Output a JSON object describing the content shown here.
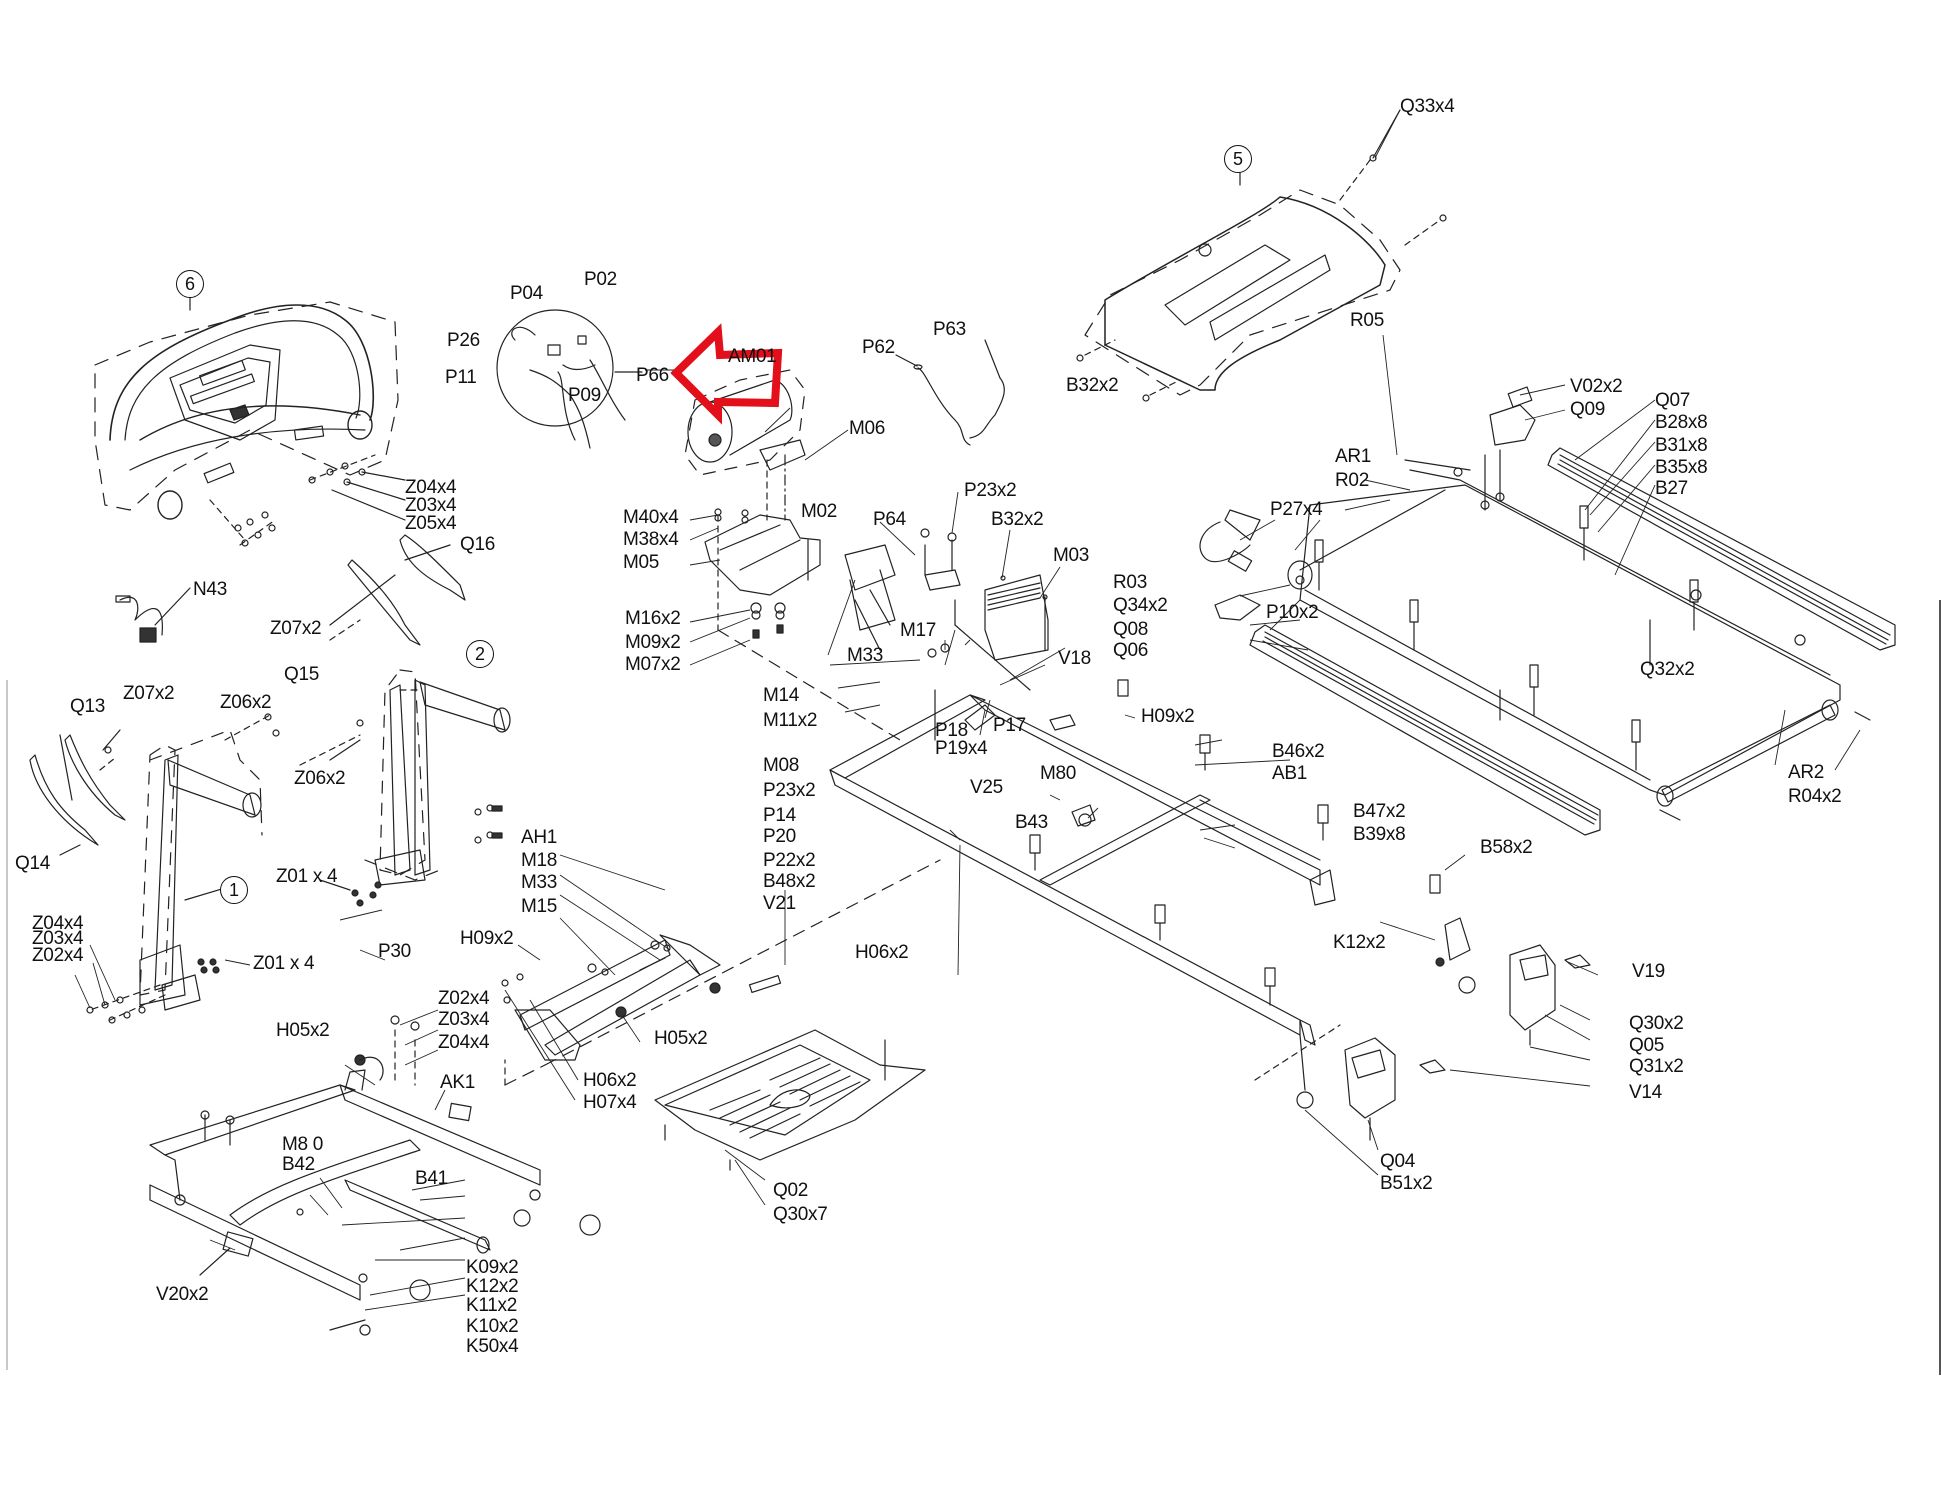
{
  "diagram": {
    "title": "Treadmill exploded parts diagram",
    "highlight": {
      "target": "AM01",
      "color": "#e3101c",
      "shape": "arrow-left"
    },
    "assemblies": [
      {
        "id": "1",
        "label": "1"
      },
      {
        "id": "2",
        "label": "2"
      },
      {
        "id": "5",
        "label": "5"
      },
      {
        "id": "6",
        "label": "6"
      }
    ],
    "labels": {
      "Q33x4": "Q33x4",
      "B32x2_top": "B32x2",
      "R05": "R05",
      "V02x2": "V02x2",
      "Q09": "Q09",
      "Q07": "Q07",
      "B28x8": "B28x8",
      "B31x8": "B31x8",
      "B35x8": "B35x8",
      "B27": "B27",
      "AR1": "AR1",
      "R02": "R02",
      "P27x4": "P27x4",
      "R03": "R03",
      "Q34x2": "Q34x2",
      "Q08": "Q08",
      "Q06": "Q06",
      "P10x2": "P10x2",
      "Q32x2": "Q32x2",
      "AR2": "AR2",
      "R04x2": "R04x2",
      "P02": "P02",
      "P04": "P04",
      "P26": "P26",
      "P11": "P11",
      "P09": "P09",
      "P66": "P66",
      "AM01": "AM01",
      "P62": "P62",
      "P63": "P63",
      "M06": "M06",
      "M40x4": "M40x4",
      "M38x4": "M38x4",
      "M05": "M05",
      "M02": "M02",
      "P64": "P64",
      "P23x2_top": "P23x2",
      "B32x2_mid": "B32x2",
      "M03": "M03",
      "M16x2": "M16x2",
      "M09x2": "M09x2",
      "M07x2": "M07x2",
      "M17": "M17",
      "M33_top": "M33",
      "V18": "V18",
      "M14": "M14",
      "M11x2": "M11x2",
      "P18": "P18",
      "P17": "P17",
      "P19x4": "P19x4",
      "H09x2_right": "H09x2",
      "M08": "M08",
      "P23x2_mid": "P23x2",
      "P14": "P14",
      "P20": "P20",
      "P22x2": "P22x2",
      "B48x2": "B48x2",
      "V21": "V21",
      "V25": "V25",
      "M80_mid": "M80",
      "B43": "B43",
      "B46x2": "B46x2",
      "AB1": "AB1",
      "B47x2": "B47x2",
      "B39x8": "B39x8",
      "B58x2": "B58x2",
      "H06x2_mid": "H06x2",
      "K12x2_right": "K12x2",
      "V19": "V19",
      "Q30x2": "Q30x2",
      "Q05": "Q05",
      "Q31x2": "Q31x2",
      "V14": "V14",
      "Q04": "Q04",
      "B51x2": "B51x2",
      "Q02": "Q02",
      "Q30x7": "Q30x7",
      "Z04x4_console": "Z04x4",
      "Z03x4_console": "Z03x4",
      "Z05x4_console": "Z05x4",
      "Q16": "Q16",
      "N43": "N43",
      "Z07x2_upper": "Z07x2",
      "Q15": "Q15",
      "Q13": "Q13",
      "Z07x2_lower": "Z07x2",
      "Z06x2_upper": "Z06x2",
      "Z06x2_lower": "Z06x2",
      "Q14": "Q14",
      "Z01x4_upper": "Z01 x 4",
      "Z04x4_left": "Z04x4",
      "Z03x4_left": "Z03x4",
      "Z02x4_left": "Z02x4",
      "Z01x4_lower": "Z01 x 4",
      "P30": "P30",
      "AH1": "AH1",
      "M18": "M18",
      "M33_lower": "M33",
      "M15": "M15",
      "H09x2_left": "H09x2",
      "Z02x4_base": "Z02x4",
      "Z03x4_base": "Z03x4",
      "Z04x4_base": "Z04x4",
      "H05x2_base": "H05x2",
      "H05x2_frame": "H05x2",
      "H06x2_lower": "H06x2",
      "H07x4": "H07x4",
      "AK1": "AK1",
      "M80_base": "M8 0",
      "B42": "B42",
      "B41": "B41",
      "V20x2": "V20x2",
      "K09x2": "K09x2",
      "K12x2_base": "K12x2",
      "K11x2": "K11x2",
      "K10x2": "K10x2",
      "K50x4": "K50x4"
    }
  }
}
